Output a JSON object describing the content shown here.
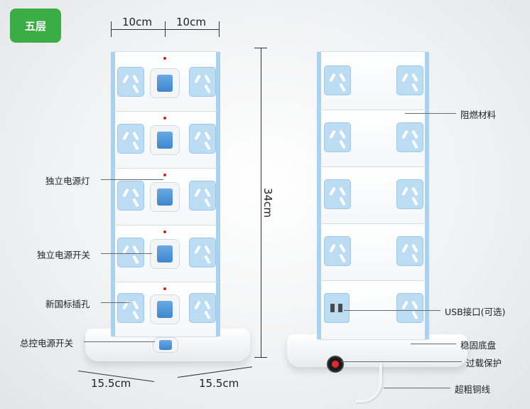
{
  "badge": "五层",
  "dims": {
    "w_left": "10cm",
    "w_right": "10cm",
    "height": "34cm",
    "base_left": "15.5cm",
    "base_right": "15.5cm"
  },
  "labels_left": {
    "indicator": "独立电源灯",
    "switch": "独立电源开关",
    "socket": "新国标插孔",
    "master": "总控电源开关"
  },
  "labels_right": {
    "material": "阻燃材料",
    "usb": "USB接口(可选)",
    "base": "稳固底盘",
    "overload": "过载保护",
    "wire": "超粗铜线"
  },
  "colors": {
    "badge": "#3aae44",
    "socket_blue": "#bcdcf3",
    "switch_blue": "#3e86cf",
    "led_red": "#d02020"
  }
}
